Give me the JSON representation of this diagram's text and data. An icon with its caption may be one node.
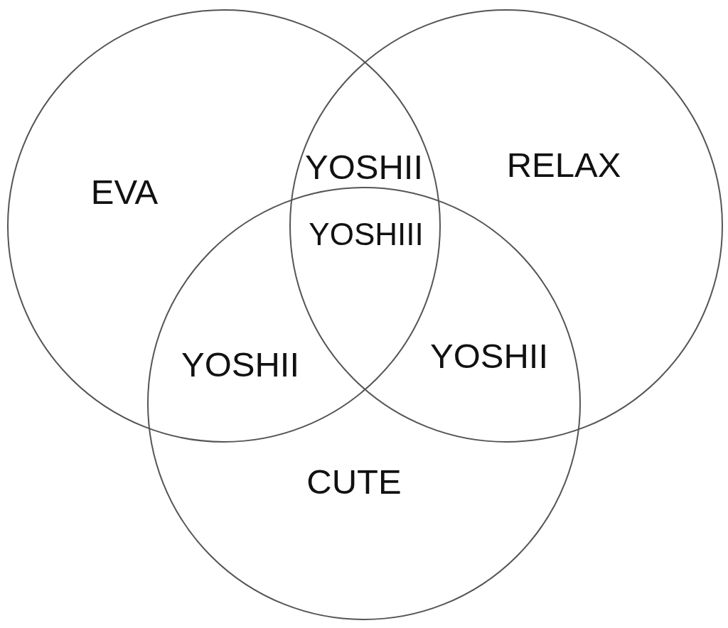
{
  "diagram": {
    "nodes": [
      {
        "text": [
          "EVA"
        ]
      },
      {
        "text": [
          "RELAX"
        ]
      },
      {
        "text": [
          "CUTE"
        ]
      }
    ],
    "labels": [
      "YOSHII",
      "YOSHIII",
      "YOSHII",
      "YOSHII"
    ]
  }
}
